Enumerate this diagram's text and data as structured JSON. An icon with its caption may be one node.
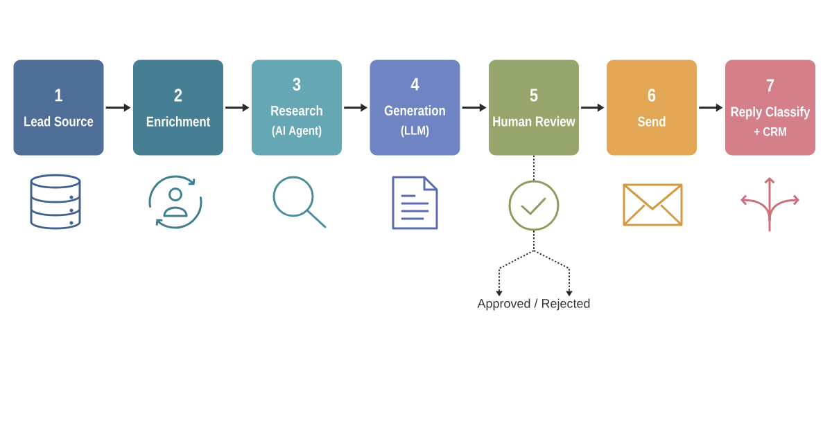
{
  "diagram": {
    "nodes": [
      {
        "text": [
          "1",
          "Lead Source"
        ]
      },
      {
        "text": [
          "2",
          "Enrichment"
        ]
      },
      {
        "text": [
          "3",
          "Research",
          "(AI Agent)"
        ]
      },
      {
        "text": [
          "4",
          "Generation",
          "(LLM)"
        ]
      },
      {
        "text": [
          "5",
          "Human Review"
        ]
      },
      {
        "text": [
          "6",
          "Send"
        ]
      },
      {
        "text": [
          "7",
          "Reply Classify",
          "+ CRM"
        ]
      },
      {
        "text": [],
        "shape": "circle"
      },
      {
        "text": [
          "Approved / Rejected"
        ]
      }
    ],
    "edges": [
      {
        "from": 0,
        "to": 1,
        "arrow": "to"
      },
      {
        "from": 1,
        "to": 2,
        "arrow": "to"
      },
      {
        "from": 2,
        "to": 3,
        "arrow": "to"
      },
      {
        "from": 3,
        "to": 4,
        "arrow": "to"
      },
      {
        "from": 4,
        "to": 5,
        "arrow": "to"
      },
      {
        "from": 5,
        "to": 6,
        "arrow": "to"
      },
      {
        "from": 4,
        "to": 7,
        "arrow": "none",
        "style": "dashed"
      },
      {
        "from": 7,
        "to": 8,
        "arrow": "to",
        "style": "dashed"
      },
      {
        "from": 7,
        "to": 8,
        "arrow": "to",
        "style": "dashed"
      }
    ]
  }
}
